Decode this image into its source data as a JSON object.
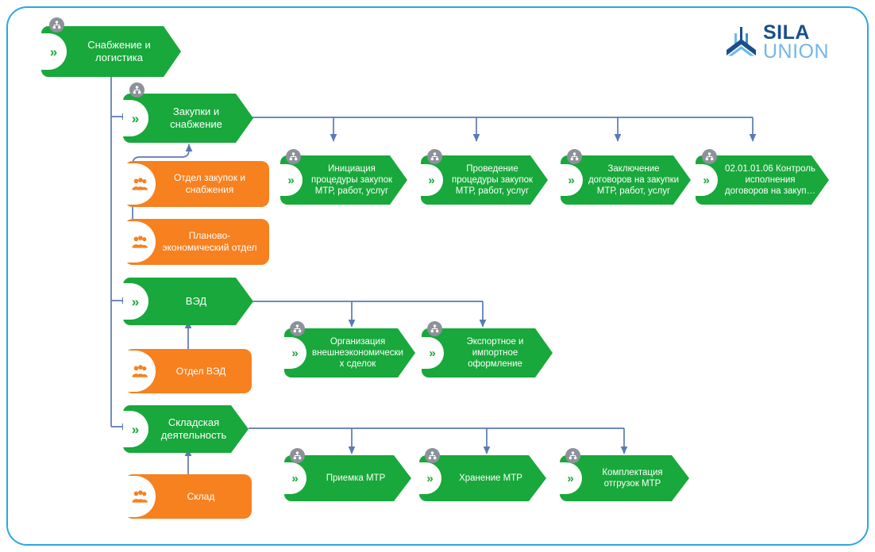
{
  "frame": {
    "border_color": "#29a8e0"
  },
  "logo": {
    "name": "sila-union-logo",
    "line1": "SILA",
    "line2": "UNION",
    "color_dark": "#1b4f8c",
    "color_light": "#74b6e8",
    "mark_icon": "sila-union-arrow-mark-icon"
  },
  "colors": {
    "process_green": "#18a83b",
    "org_unit_orange": "#f7801f",
    "connector_blue": "#5a7ab5",
    "badge_gray": "#8d9199",
    "frame_blue": "#29a8e0"
  },
  "diagram": {
    "type": "process-hierarchy-diagram",
    "root": {
      "label": "Снабжение и\nлогистика",
      "kind": "process"
    },
    "groups": [
      {
        "name": "procurement",
        "parent": {
          "label": "Закупки и снабжение",
          "kind": "process"
        },
        "org_units": [
          {
            "label": "Отдел закупок и\nснабжения",
            "kind": "org-unit",
            "icon": "people-group-icon"
          },
          {
            "label": "Планово-\nэкономический отдел",
            "kind": "org-unit",
            "icon": "people-group-icon"
          }
        ],
        "children": [
          {
            "label": "Инициация\nпроцедуры закупок\nМТР, работ, услуг",
            "kind": "process"
          },
          {
            "label": "Проведение\nпроцедуры закупок\nМТР, работ, услуг",
            "kind": "process"
          },
          {
            "label": "Заключение\nдоговоров на закупки\nМТР, работ, услуг",
            "kind": "process"
          },
          {
            "label": "02.01.01.06 Контроль\nисполнения\nдоговоров на закуп…",
            "kind": "process"
          }
        ]
      },
      {
        "name": "foreign-trade",
        "parent": {
          "label": "ВЭД",
          "kind": "process"
        },
        "org_units": [
          {
            "label": "Отдел ВЭД",
            "kind": "org-unit",
            "icon": "people-group-icon"
          }
        ],
        "children": [
          {
            "label": "Организация\nвнешнеэкономически\nх сделок",
            "kind": "process"
          },
          {
            "label": "Экспортное и\nимпортное\nоформление",
            "kind": "process"
          }
        ]
      },
      {
        "name": "warehouse",
        "parent": {
          "label": "Складская\nдеятельность",
          "kind": "process"
        },
        "org_units": [
          {
            "label": "Склад",
            "kind": "org-unit",
            "icon": "people-group-icon"
          }
        ],
        "children": [
          {
            "label": "Приемка МТР",
            "kind": "process"
          },
          {
            "label": "Хранение МТР",
            "kind": "process"
          },
          {
            "label": "Комплектация\nотгрузок МТР",
            "kind": "process"
          }
        ]
      }
    ]
  }
}
